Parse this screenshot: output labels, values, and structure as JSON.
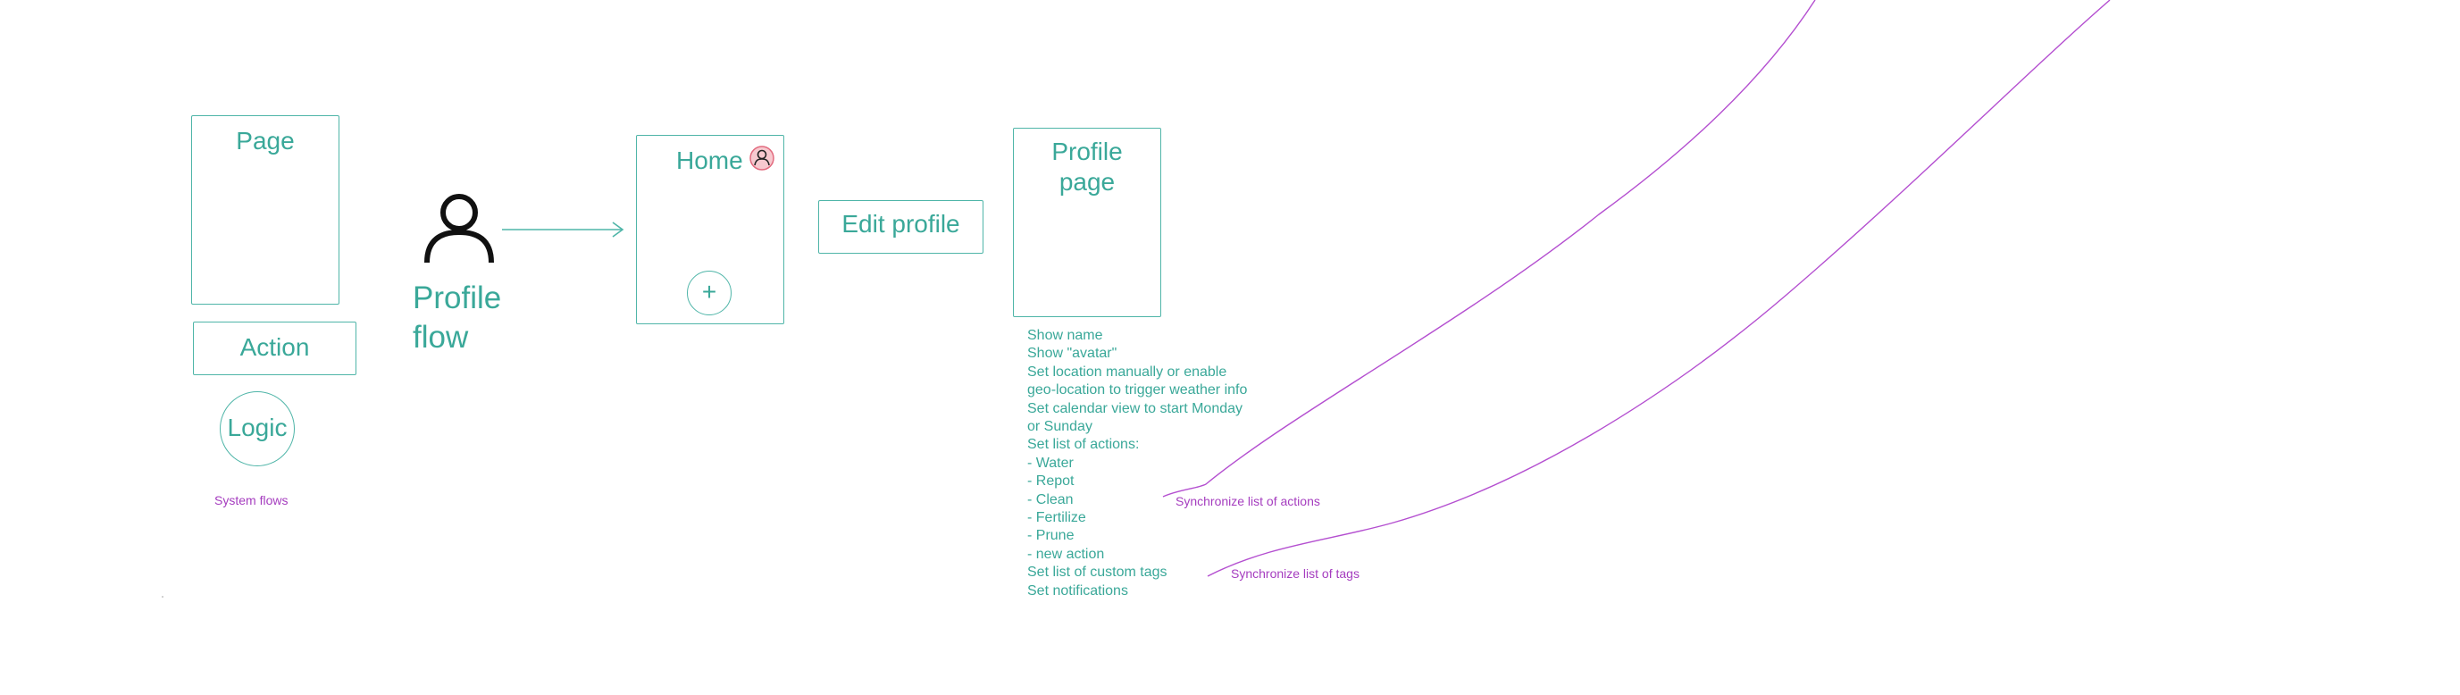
{
  "legend": {
    "page_label": "Page",
    "action_label": "Action",
    "logic_label": "Logic",
    "caption": "System flows"
  },
  "profile_flow": {
    "title_line1": "Profile",
    "title_line2": "flow",
    "user_icon": "user-icon"
  },
  "home": {
    "title": "Home",
    "profile_icon": "user-icon",
    "add_icon": "plus-icon",
    "add_symbol": "+"
  },
  "edit_profile": {
    "label": "Edit profile"
  },
  "profile_page": {
    "title_line1": "Profile",
    "title_line2": "page",
    "notes": [
      "Show name",
      "Show \"avatar\"",
      "Set location manually or enable",
      "geo-location to trigger weather info",
      "Set calendar view to start Monday",
      "or Sunday",
      "Set list of actions:",
      "- Water",
      "- Repot",
      "- Clean",
      "- Fertilize",
      "- Prune",
      "- new action",
      "Set list of custom tags",
      "Set notifications"
    ]
  },
  "annotations": {
    "sync_actions": "Synchronize list of actions",
    "sync_tags": "Synchronize list of tags"
  },
  "colors": {
    "teal": "#3aa899",
    "purple": "#a53dbf",
    "avatar_fill": "#f7c9cf",
    "avatar_stroke": "#e26a7e"
  }
}
